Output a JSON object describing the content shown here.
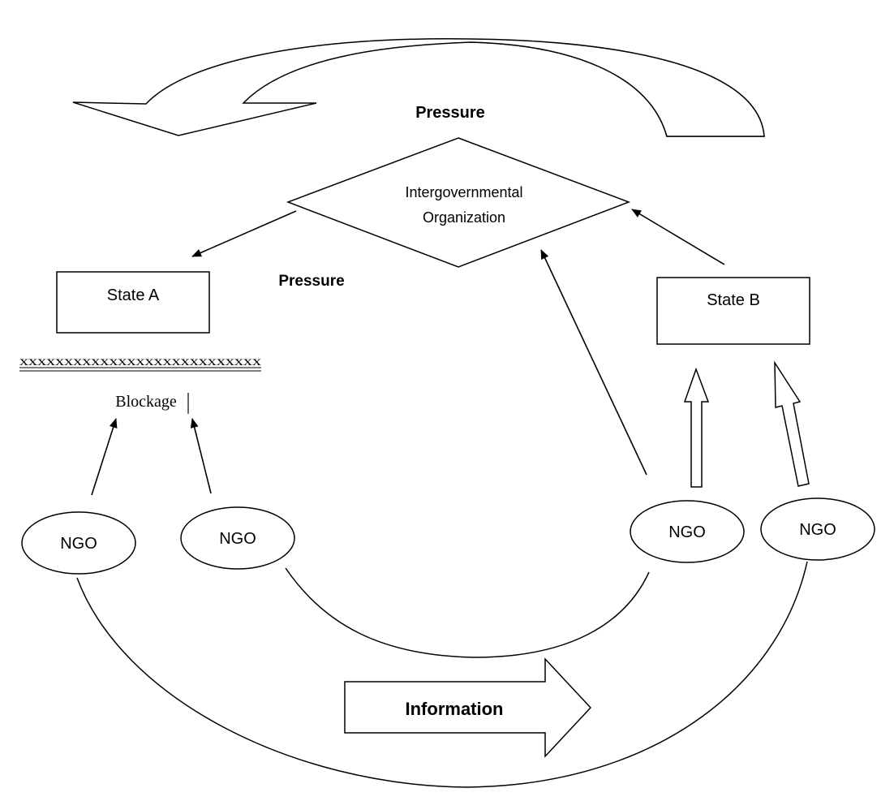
{
  "labels": {
    "pressure_top": "Pressure",
    "pressure_left": "Pressure",
    "igo_line1": "Intergovernmental",
    "igo_line2": "Organization",
    "state_a": "State A",
    "state_b": "State B",
    "blockage_marks": "xxxxxxxxxxxxxxxxxxxxxxxxxxx",
    "blockage": "Blockage",
    "information": "Information"
  },
  "ngos": {
    "ngo_1": "NGO",
    "ngo_2": "NGO",
    "ngo_3": "NGO",
    "ngo_4": "NGO"
  },
  "colors": {
    "line": "#000000",
    "boomerang_shade": "#cccccc",
    "fill": "#ffffff"
  }
}
